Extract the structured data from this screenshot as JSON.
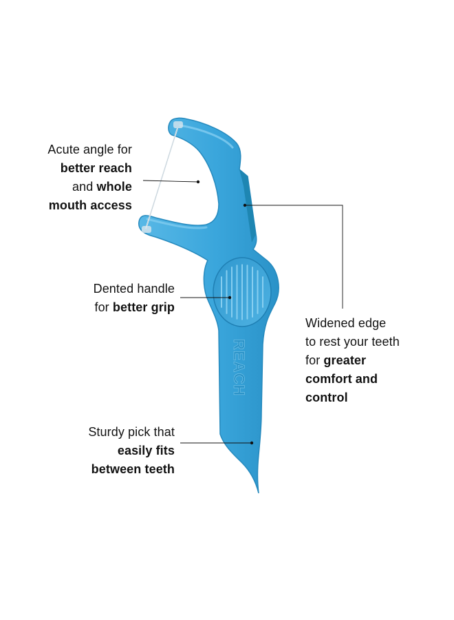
{
  "product": {
    "name": "Dental floss pick",
    "brand_text": "REACH",
    "colors": {
      "body": "#3aa6dc",
      "body_dark": "#1f7fb3",
      "body_light": "#7ccaf0",
      "edge": "#1b83ad",
      "floss": "#e8eef2",
      "leader": "#111111"
    }
  },
  "callouts": [
    {
      "id": "acute-angle",
      "lines": [
        [
          {
            "t": "Acute angle for",
            "b": false
          }
        ],
        [
          {
            "t": "better reach",
            "b": true
          }
        ],
        [
          {
            "t": "and ",
            "b": false
          },
          {
            "t": "whole",
            "b": true
          }
        ],
        [
          {
            "t": "mouth access",
            "b": true
          }
        ]
      ]
    },
    {
      "id": "dented-handle",
      "lines": [
        [
          {
            "t": "Dented handle",
            "b": false
          }
        ],
        [
          {
            "t": "for ",
            "b": false
          },
          {
            "t": "better grip",
            "b": true
          }
        ]
      ]
    },
    {
      "id": "sturdy-pick",
      "lines": [
        [
          {
            "t": "Sturdy pick that",
            "b": false
          }
        ],
        [
          {
            "t": "easily fits",
            "b": true
          }
        ],
        [
          {
            "t": "between teeth",
            "b": true
          }
        ]
      ]
    },
    {
      "id": "widened-edge",
      "lines": [
        [
          {
            "t": "Widened edge",
            "b": false
          }
        ],
        [
          {
            "t": "to rest your teeth",
            "b": false
          }
        ],
        [
          {
            "t": "for ",
            "b": false
          },
          {
            "t": "greater",
            "b": true
          }
        ],
        [
          {
            "t": "comfort and",
            "b": true
          }
        ],
        [
          {
            "t": "control",
            "b": true
          }
        ]
      ]
    }
  ]
}
